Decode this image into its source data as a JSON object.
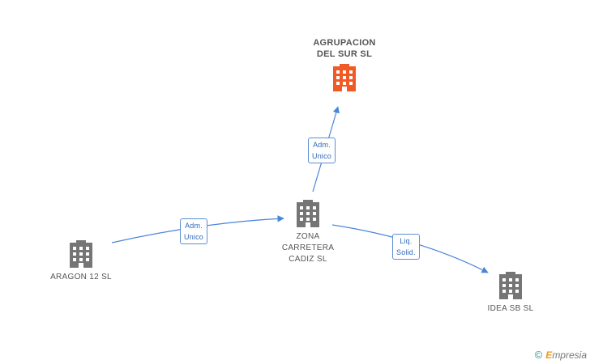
{
  "nodes": {
    "agrupacion": {
      "label": "AGRUPACION\nDEL SUR SL",
      "color": "#f15a24",
      "icon": "building-icon"
    },
    "zona": {
      "label": "ZONA\nCARRETERA\nCADIZ SL",
      "color": "#757575",
      "icon": "building-icon"
    },
    "aragon": {
      "label": "ARAGON 12 SL",
      "color": "#757575",
      "icon": "building-icon"
    },
    "idea": {
      "label": "IDEA SB SL",
      "color": "#757575",
      "icon": "building-icon"
    }
  },
  "edges": [
    {
      "from": "aragon",
      "to": "zona",
      "label": "Adm.\nUnico"
    },
    {
      "from": "zona",
      "to": "agrupacion",
      "label": "Adm.\nUnico"
    },
    {
      "from": "zona",
      "to": "idea",
      "label": "Liq.\nSolid."
    }
  ],
  "edge_color": "#4a86d8",
  "footer": {
    "copyright": "©",
    "brand_initial": "E",
    "brand_rest": "mpresia"
  }
}
